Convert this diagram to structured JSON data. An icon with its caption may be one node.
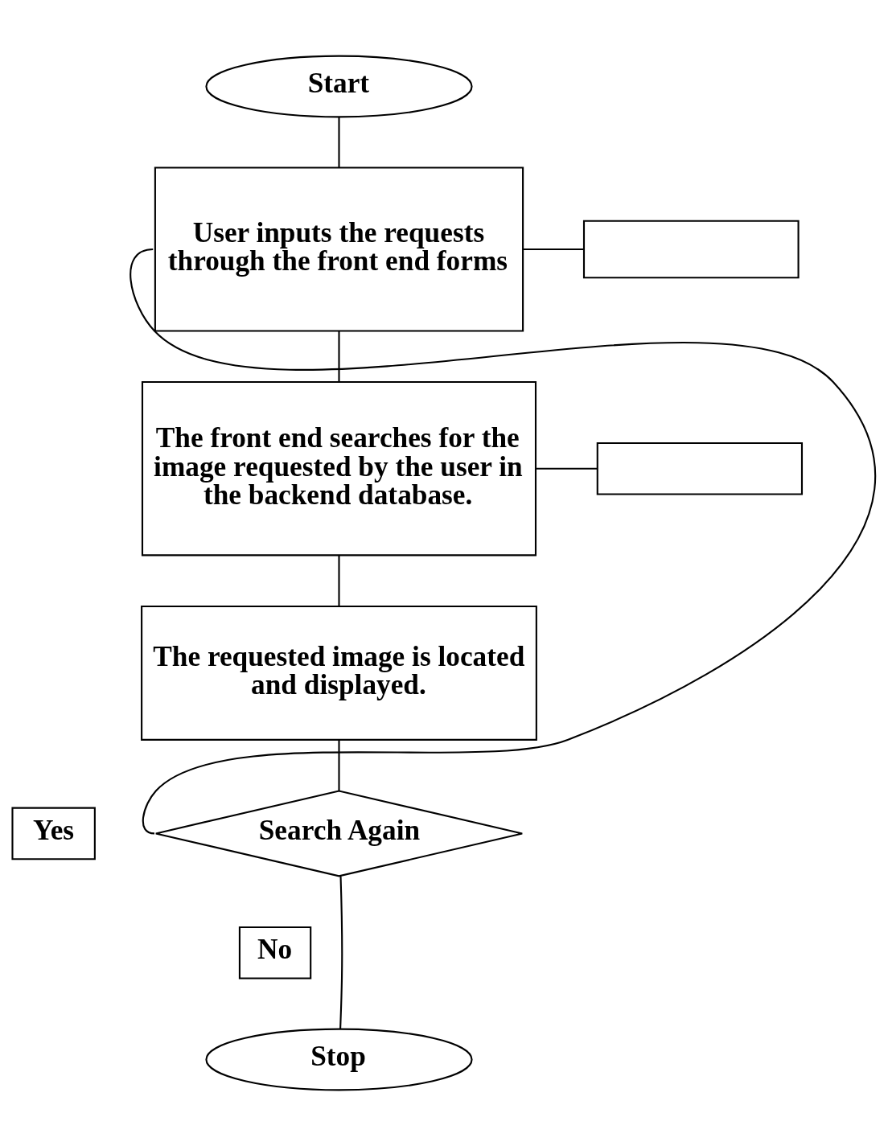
{
  "diagram": {
    "nodes": [
      {
        "text": [
          "Start"
        ]
      },
      {
        "text": [
          "User inputs the requests through the front end forms"
        ]
      },
      {
        "text": [],
        "shape": "box"
      },
      {
        "text": [
          "The front end searches for the image requested by the user in the backend database."
        ]
      },
      {
        "text": [],
        "shape": "box"
      },
      {
        "text": [
          "The requested image is located and displayed."
        ]
      },
      {
        "text": [
          "Search Again"
        ]
      },
      {
        "text": [
          "Yes"
        ]
      },
      {
        "text": [
          "No"
        ]
      },
      {
        "text": [
          "Stop"
        ]
      }
    ],
    "edges": [
      {
        "from": 0,
        "to": 1,
        "arrow": "none"
      },
      {
        "from": 1,
        "to": 2,
        "arrow": "none"
      },
      {
        "from": 1,
        "to": 3,
        "arrow": "none"
      },
      {
        "from": 3,
        "to": 4,
        "arrow": "none"
      },
      {
        "from": 3,
        "to": 5,
        "arrow": "none"
      },
      {
        "from": 5,
        "to": 6,
        "arrow": "none"
      },
      {
        "from": 6,
        "to": 1,
        "arrow": "none"
      },
      {
        "from": 6,
        "to": 9,
        "arrow": "none"
      }
    ]
  }
}
